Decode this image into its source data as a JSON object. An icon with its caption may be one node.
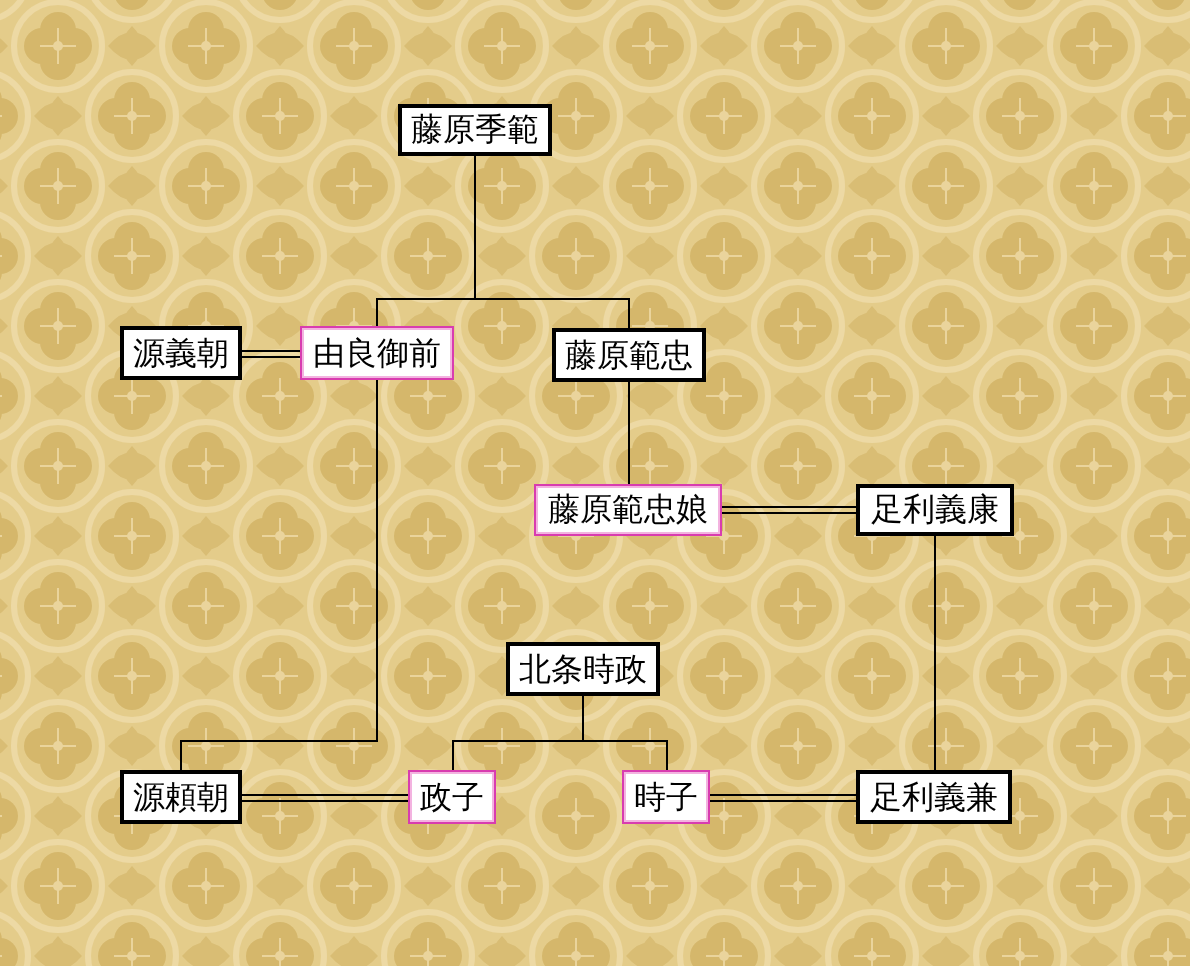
{
  "diagram": {
    "nodes": [
      {
        "text": [
          "藤原季範"
        ]
      },
      {
        "text": [
          "源義朝"
        ]
      },
      {
        "text": [
          "由良御前"
        ]
      },
      {
        "text": [
          "藤原範忠"
        ]
      },
      {
        "text": [
          "藤原範忠娘"
        ]
      },
      {
        "text": [
          "足利義康"
        ]
      },
      {
        "text": [
          "北条時政"
        ]
      },
      {
        "text": [
          "源頼朝"
        ]
      },
      {
        "text": [
          "政子"
        ]
      },
      {
        "text": [
          "時子"
        ]
      },
      {
        "text": [
          "足利義兼"
        ]
      }
    ],
    "edges": [
      {
        "from": 0,
        "to": 2,
        "arrow": "none"
      },
      {
        "from": 0,
        "to": 3,
        "arrow": "none"
      },
      {
        "from": 1,
        "to": 2,
        "arrow": "none"
      },
      {
        "from": 2,
        "to": 7,
        "arrow": "none"
      },
      {
        "from": 3,
        "to": 4,
        "arrow": "none"
      },
      {
        "from": 4,
        "to": 5,
        "arrow": "none"
      },
      {
        "from": 5,
        "to": 10,
        "arrow": "none"
      },
      {
        "from": 6,
        "to": 8,
        "arrow": "none"
      },
      {
        "from": 6,
        "to": 9,
        "arrow": "none"
      },
      {
        "from": 7,
        "to": 8,
        "arrow": "none"
      },
      {
        "from": 9,
        "to": 10,
        "arrow": "none"
      }
    ]
  }
}
